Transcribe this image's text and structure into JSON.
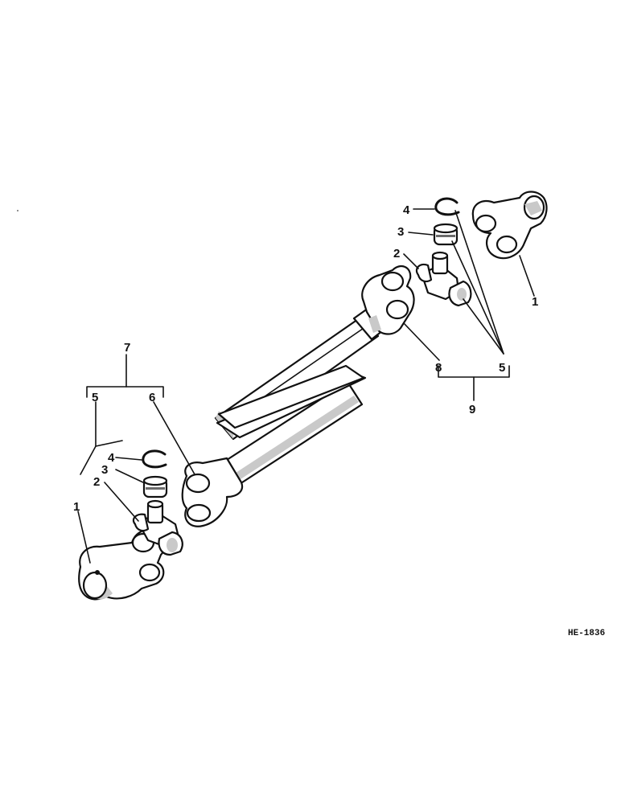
{
  "drawing_id": "HE-1836",
  "callouts": {
    "c1_left": "1",
    "c2_left": "2",
    "c3_left": "3",
    "c4_left": "4",
    "c5_left": "5",
    "c6": "6",
    "c7": "7",
    "c1_right": "1",
    "c2_right": "2",
    "c3_right": "3",
    "c4_right": "4",
    "c5_right": "5",
    "c8": "8",
    "c9": "9"
  }
}
